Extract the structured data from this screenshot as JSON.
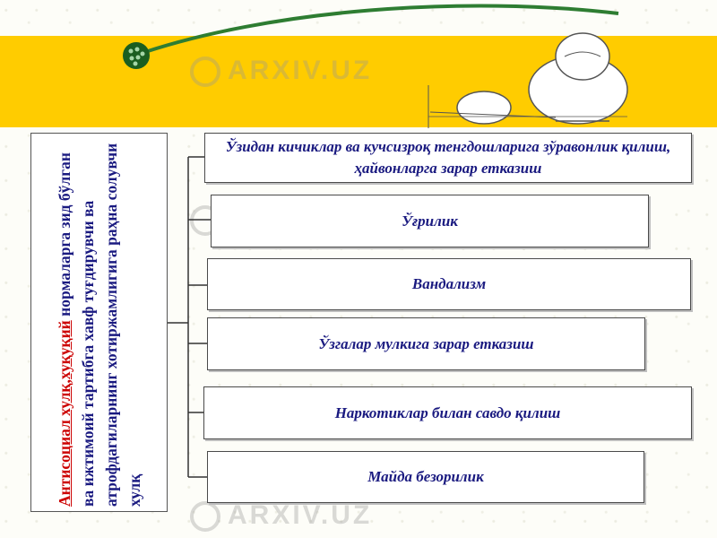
{
  "colors": {
    "banner": "#ffcc00",
    "text": "#1a1a80",
    "highlight": "#cc0000",
    "swoosh": "#2e7d32"
  },
  "icons": [
    "green-ball-icon",
    "crying-person-illustration"
  ],
  "watermark": {
    "text": "ARXIV.UZ"
  },
  "left_panel": {
    "highlight": "Антисоциал хулқ,хуқуқий",
    "rest": " нормаларга зид бўлган ва ижтимоий тартибга хавф туғдирувчи ва атрофдагиларнинг хотиржамлигига раҳна солувчи хулқ"
  },
  "items": [
    "Ўзидан кичиклар ва кучсизроқ тенгдошларига зўравонлик қилиш, ҳайвонларга зарар етказиш",
    "Ўғрилик",
    "Вандализм",
    "Ўзгалар мулкига зарар етказиш",
    "Наркотиклар билан савдо қилиш",
    "Майда безорилик"
  ]
}
